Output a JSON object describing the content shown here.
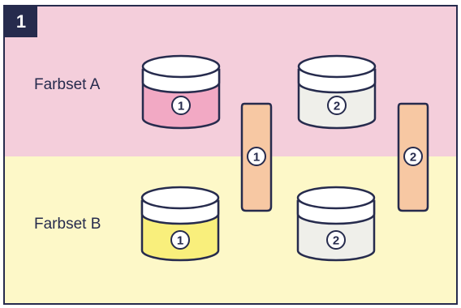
{
  "step": "1",
  "sets": [
    {
      "label": "Farbset A",
      "jars": [
        {
          "number": "1",
          "color": "#f2a9c4"
        },
        {
          "number": "2",
          "color": "#efefea"
        }
      ]
    },
    {
      "label": "Farbset B",
      "jars": [
        {
          "number": "1",
          "color": "#f9ef7c"
        },
        {
          "number": "2",
          "color": "#efefea"
        }
      ]
    }
  ],
  "brushes": [
    {
      "number": "1",
      "color": "#f7c8a3"
    },
    {
      "number": "2",
      "color": "#f7c8a3"
    }
  ],
  "colors": {
    "outline": "#262b4d",
    "band_a": "#f4cedb",
    "band_b": "#fdf8c8",
    "lid": "#ffffff"
  }
}
